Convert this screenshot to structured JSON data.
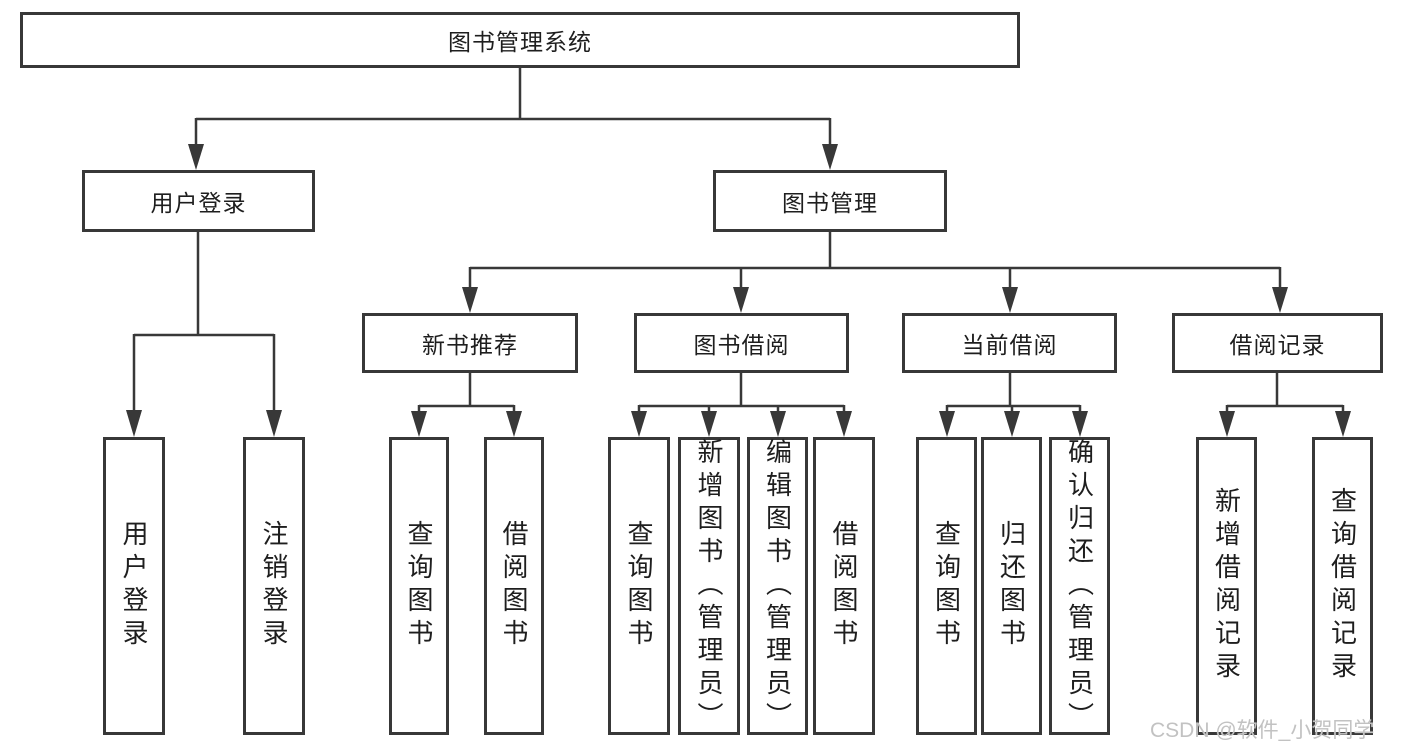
{
  "diagram": {
    "title": "图书管理系统",
    "colors": {
      "line": "#383838",
      "border": "#383838",
      "text": "#1e1e1e",
      "background": "#ffffff",
      "watermark": "#c2c2c2"
    },
    "nodes": {
      "root": {
        "label": "图书管理系统",
        "parent": null
      },
      "user_login": {
        "label": "用户登录",
        "parent": "图书管理系统"
      },
      "book_mgmt": {
        "label": "图书管理",
        "parent": "图书管理系统"
      },
      "new_book_rec": {
        "label": "新书推荐",
        "parent": "图书管理"
      },
      "book_borrow": {
        "label": "图书借阅",
        "parent": "图书管理"
      },
      "current_borrow": {
        "label": "当前借阅",
        "parent": "图书管理"
      },
      "borrow_records": {
        "label": "借阅记录",
        "parent": "图书管理"
      },
      "leaf_user_login": {
        "label": "用户登录",
        "parent": "用户登录"
      },
      "leaf_logout": {
        "label": "注销登录",
        "parent": "用户登录"
      },
      "leaf_query_book_1": {
        "label": "查询图书",
        "parent": "新书推荐"
      },
      "leaf_borrow_book_1": {
        "label": "借阅图书",
        "parent": "新书推荐"
      },
      "leaf_query_book_2": {
        "label": "查询图书",
        "parent": "图书借阅"
      },
      "leaf_add_book": {
        "label": "新增图书（管理员）",
        "parent": "图书借阅"
      },
      "leaf_edit_book": {
        "label": "编辑图书（管理员）",
        "parent": "图书借阅"
      },
      "leaf_borrow_book_2": {
        "label": "借阅图书",
        "parent": "图书借阅"
      },
      "leaf_query_book_3": {
        "label": "查询图书",
        "parent": "当前借阅"
      },
      "leaf_return_book": {
        "label": "归还图书",
        "parent": "当前借阅"
      },
      "leaf_confirm_return": {
        "label": "确认归还（管理员）",
        "parent": "当前借阅"
      },
      "leaf_add_record": {
        "label": "新增借阅记录",
        "parent": "借阅记录"
      },
      "leaf_query_record": {
        "label": "查询借阅记录",
        "parent": "借阅记录"
      }
    },
    "watermark": "CSDN @软件_小贺同学"
  }
}
